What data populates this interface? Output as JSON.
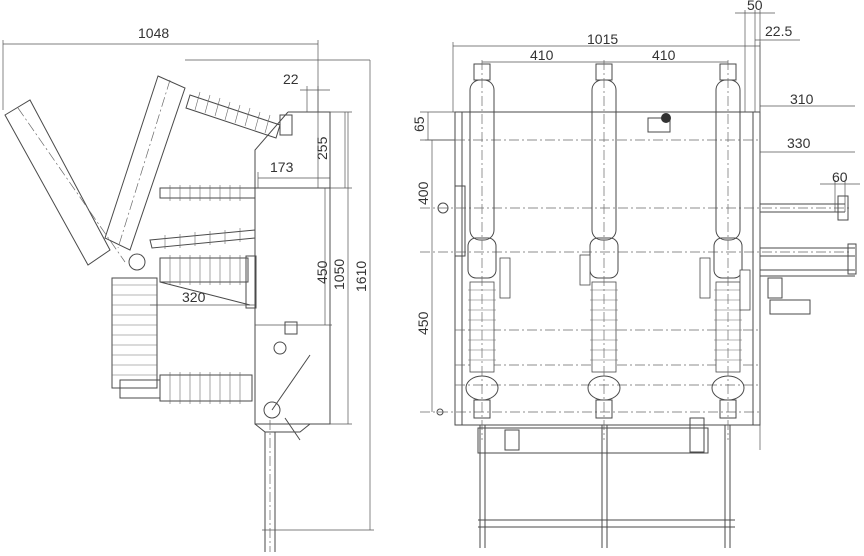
{
  "side_view": {
    "dimensions": {
      "overall_width": "1048",
      "offset_top": "22",
      "top_to_insulator": "255",
      "horizontal_offset": "173",
      "insulator_spacing": "450",
      "panel_height": "1050",
      "overall_height": "1610",
      "depth_lower": "320"
    }
  },
  "front_view": {
    "dimensions": {
      "right_offset_top": "50",
      "right_offset_small": "22.5",
      "overall_width": "1015",
      "phase_spacing_left": "410",
      "phase_spacing_right": "410",
      "right_depth_upper": "310",
      "top_offset": "65",
      "right_depth_mid": "330",
      "upper_spacing": "400",
      "shaft_extension": "60",
      "lower_spacing": "450"
    }
  }
}
